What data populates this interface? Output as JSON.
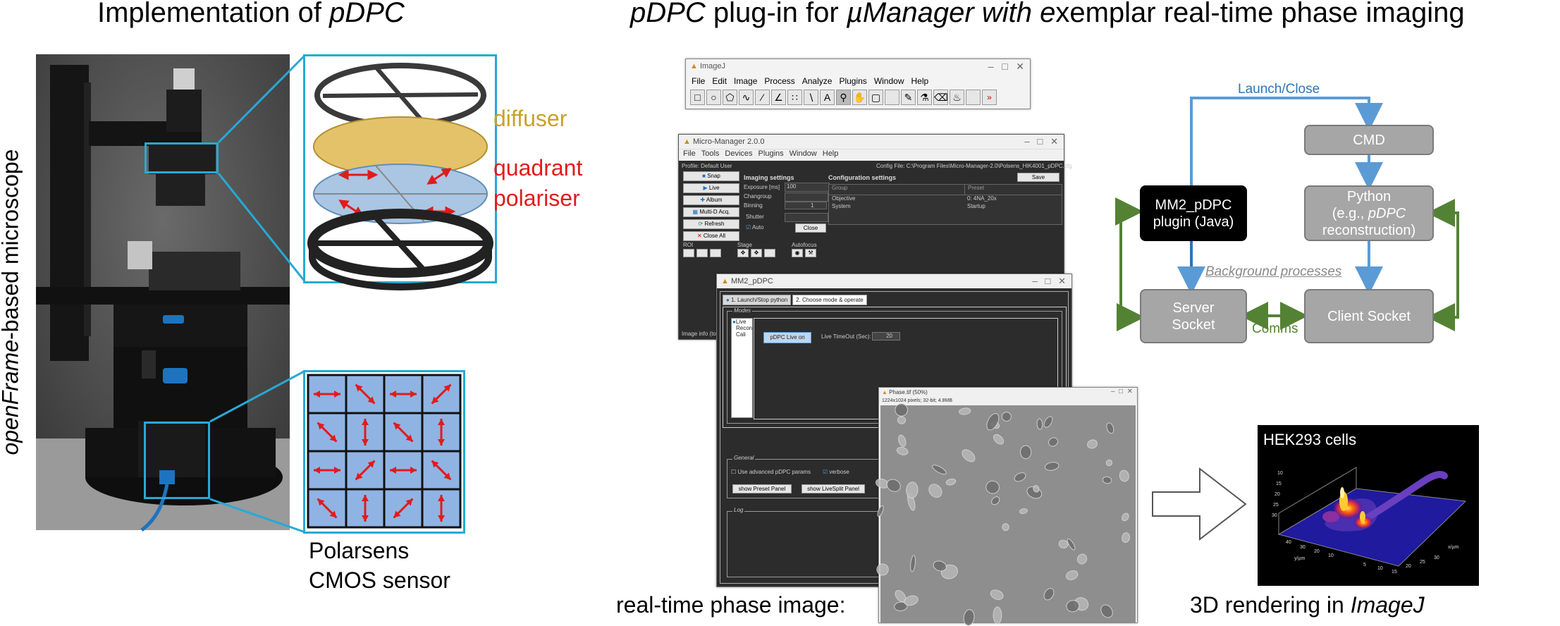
{
  "left_title_prefix": "Implementation of ",
  "left_title_em": "pDPC",
  "right_title_em1": "pDPC",
  "right_title_mid1": " plug-in for ",
  "right_title_em2": "µManager with e",
  "right_title_tail": "xemplar real-time phase imaging",
  "side_label_em": "openFrame",
  "side_label_rest": "-based microscope",
  "diffuser_label": "diffuser",
  "polariser_line1": "quadrant",
  "polariser_line2": "polariser",
  "sensor_line1": "Polarsens",
  "sensor_line2": "CMOS sensor",
  "sensor_arrows": [
    "h",
    "d1",
    "h",
    "d2",
    "d1",
    "v",
    "d1",
    "v",
    "h",
    "d2",
    "h",
    "d1",
    "d1",
    "v",
    "d2",
    "v"
  ],
  "imagej": {
    "title": "ImageJ",
    "menu": [
      "File",
      "Edit",
      "Image",
      "Process",
      "Analyze",
      "Plugins",
      "Window",
      "Help"
    ]
  },
  "mm": {
    "title": "Micro-Manager 2.0.0",
    "menu": [
      "File",
      "Tools",
      "Devices",
      "Plugins",
      "Window",
      "Help"
    ],
    "profile": "Profile: Default User",
    "config_file": "Config File: C:\\Program Files\\Micro-Manager-2.0\\Polsens_HIK4001_pDPC.cfg",
    "buttons": [
      "Snap",
      "Live",
      "Album",
      "Multi-D Acq.",
      "Refresh",
      "Close All"
    ],
    "imaging_settings": "Imaging settings",
    "exposure_label": "Exposure [ms]",
    "exposure_value": "100",
    "changroup_label": "Changroup",
    "binning_label": "Binning",
    "binning_value": "1",
    "shutter_label": "Shutter",
    "auto_label": "Auto",
    "close_label": "Close",
    "config_settings": "Configuration settings",
    "save_label": "Save",
    "group_header": "Group",
    "preset_header": "Preset",
    "rows": [
      [
        "Objective",
        "0: 4NA_20x"
      ],
      [
        "System",
        "Startup"
      ]
    ],
    "roi_label": "ROI",
    "stage_label": "Stage",
    "autofocus_label": "Autofocus",
    "image_info": "Image info (to"
  },
  "pdpc": {
    "title": "MM2_pDPC",
    "tab1": "1. Launch/Stop python",
    "tab2": "2. Choose mode & operate",
    "modes_label": "Modes",
    "mode_items": [
      "Live",
      "Recon",
      "Cali"
    ],
    "live_button": "pDPC Live on",
    "timeout_label": "Live TimeOut (Sec):",
    "timeout_value": "20",
    "general_label": "General",
    "advanced_label": "Use advanced pDPC params",
    "verbose_label": "verbose",
    "preset_button": "show Preset Panel",
    "livesplit_button": "show LiveSplit Panel",
    "log_label": "Log"
  },
  "phase": {
    "title": "Phase.tif (50%)",
    "info": "1224x1024 pixels; 32-bit; 4.8MB"
  },
  "phase_caption": "real-time phase image:",
  "render_caption_prefix": "3D rendering in ",
  "render_caption_em": "ImageJ",
  "render_title": "HEK293 cells",
  "render_axis_left": "y/µm",
  "render_axis_right": "x/µm",
  "flow": {
    "launch": "Launch/Close",
    "cmd": "CMD",
    "python_line1": "Python",
    "python_line2_prefix": "(e.g., ",
    "python_line2_em": "pDPC",
    "python_line3": "reconstruction)",
    "mm2_line1": "MM2_pDPC",
    "mm2_line2": "plugin (Java)",
    "bg": "Background processes",
    "server_line1": "Server",
    "server_line2": "Socket",
    "client": "Client Socket",
    "comms": "Comms"
  },
  "colors": {
    "blue_arrow": "#5b9bd5",
    "green_arrow": "#548235",
    "red": "#e11b1b",
    "gold": "#c9a227",
    "cyan": "#27a9d6"
  }
}
